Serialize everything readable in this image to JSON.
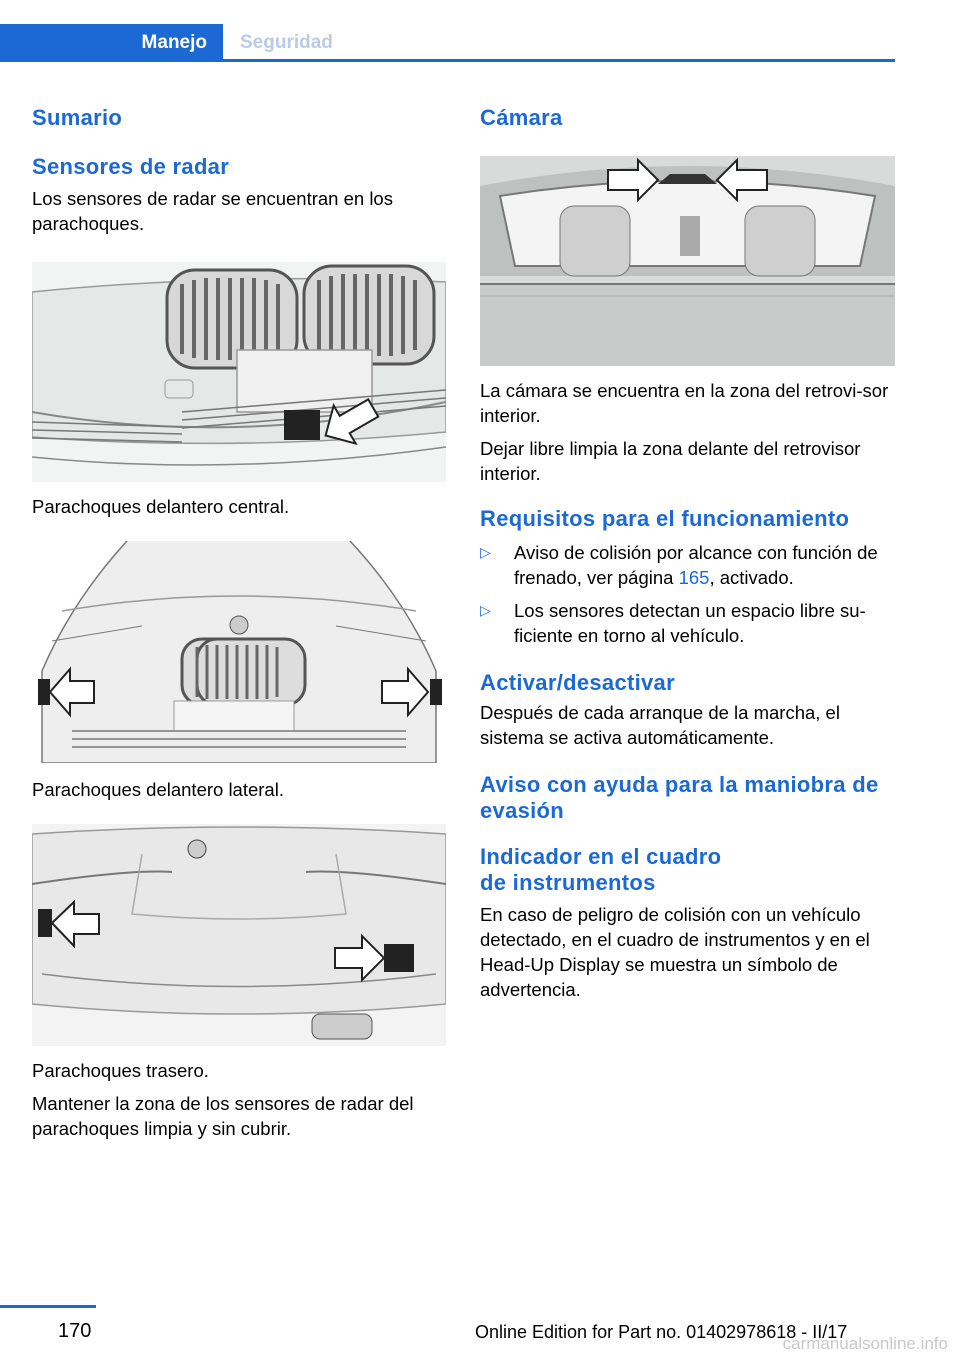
{
  "header": {
    "tab_active": "Manejo",
    "tab_inactive": "Seguridad"
  },
  "left": {
    "heading_sumario": "Sumario",
    "heading_radar": "Sensores de radar",
    "intro": "Los sensores de radar se encuentran en los parachoques.",
    "caption_front_center": "Parachoques delantero central.",
    "caption_front_side": "Parachoques delantero lateral.",
    "caption_rear": "Parachoques trasero.",
    "keep_clean": "Mantener la zona de los sensores de radar del parachoques limpia y sin cubrir."
  },
  "right": {
    "heading_camera": "Cámara",
    "camera_location": "La cámara se encuentra en la zona del retrovi-sor interior.",
    "camera_clean": "Dejar libre limpia la zona delante del retrovisor interior.",
    "heading_requirements": "Requisitos para el funcionamiento",
    "req1_pre": "Aviso de colisión por alcance con función de frenado, ver página ",
    "req1_link": "165",
    "req1_post": ", activado.",
    "req2": "Los sensores detectan un espacio libre su-ficiente en torno al vehículo.",
    "heading_activate": "Activar/desactivar",
    "activate_text": "Después de cada arranque de la marcha, el sistema se activa automáticamente.",
    "heading_evasion": "Aviso con ayuda para la maniobra de evasión",
    "heading_indicator": "Indicador en el cuadro de instrumentos",
    "indicator_text": "En caso de peligro de colisión con un vehículo detectado, en el cuadro de instrumentos y en el Head-Up Display se muestra un símbolo de advertencia."
  },
  "footer": {
    "page_number": "170",
    "edition": "Online Edition for Part no. 01402978618 - II/17",
    "watermark": "carmanualsonline.info"
  },
  "colors": {
    "accent": "#1c69d4",
    "inactive_tab": "#b9cbe6"
  }
}
